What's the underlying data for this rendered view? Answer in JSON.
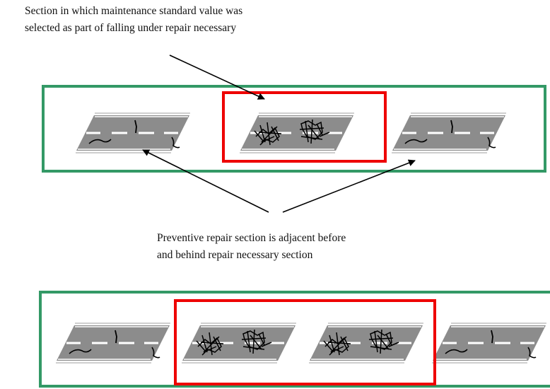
{
  "labels": {
    "top_caption": "Section in which maintenance standard value was\nselected as part of falling under repair necessary",
    "middle_caption": "Preventive repair section is adjacent before\nand behind repair necessary section"
  },
  "colors": {
    "preventive_frame": "#339966",
    "necessary_frame": "#ee0000",
    "road_surface": "#8c8c8c",
    "road_edge_lines": "#cfcfcf",
    "lane_marking": "#ffffff",
    "crack": "#000000",
    "arrow": "#000000"
  },
  "icons": {
    "road_normal": "road-segment-minor-cracks-icon",
    "road_damaged": "road-segment-alligator-cracks-icon",
    "arrow": "arrow-icon"
  },
  "diagram": {
    "scenario_1": {
      "sequence": [
        "minor-cracks",
        "heavy-cracks",
        "minor-cracks"
      ],
      "repair_necessary_count": 1
    },
    "scenario_2": {
      "sequence": [
        "minor-cracks",
        "heavy-cracks",
        "heavy-cracks",
        "minor-cracks"
      ],
      "repair_necessary_count": 2
    }
  }
}
